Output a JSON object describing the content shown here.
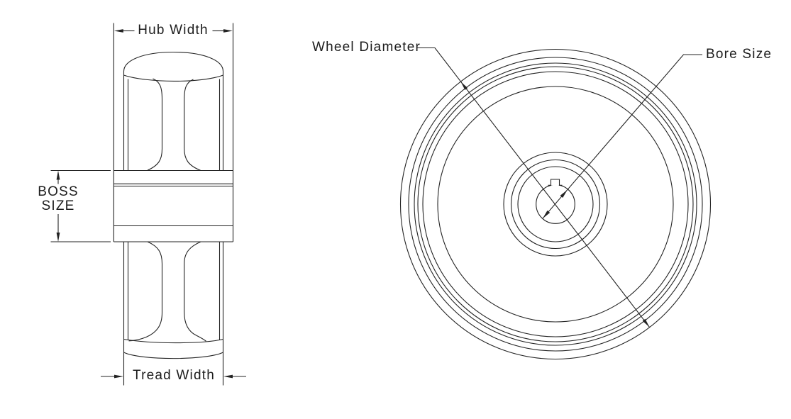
{
  "drawing": {
    "background": "#ffffff",
    "stroke_color": "#232323",
    "views": {
      "side_view": {
        "description": "wheel-side-cross-section",
        "labels": {
          "hub_width": "Hub Width",
          "boss_line1": "BOSS",
          "boss_line2": "SIZE",
          "tread_width": "Tread Width"
        }
      },
      "front_view": {
        "description": "wheel-front-concentric-circles",
        "labels": {
          "wheel_diameter": "Wheel Diameter",
          "bore_size": "Bore Size"
        }
      }
    }
  }
}
